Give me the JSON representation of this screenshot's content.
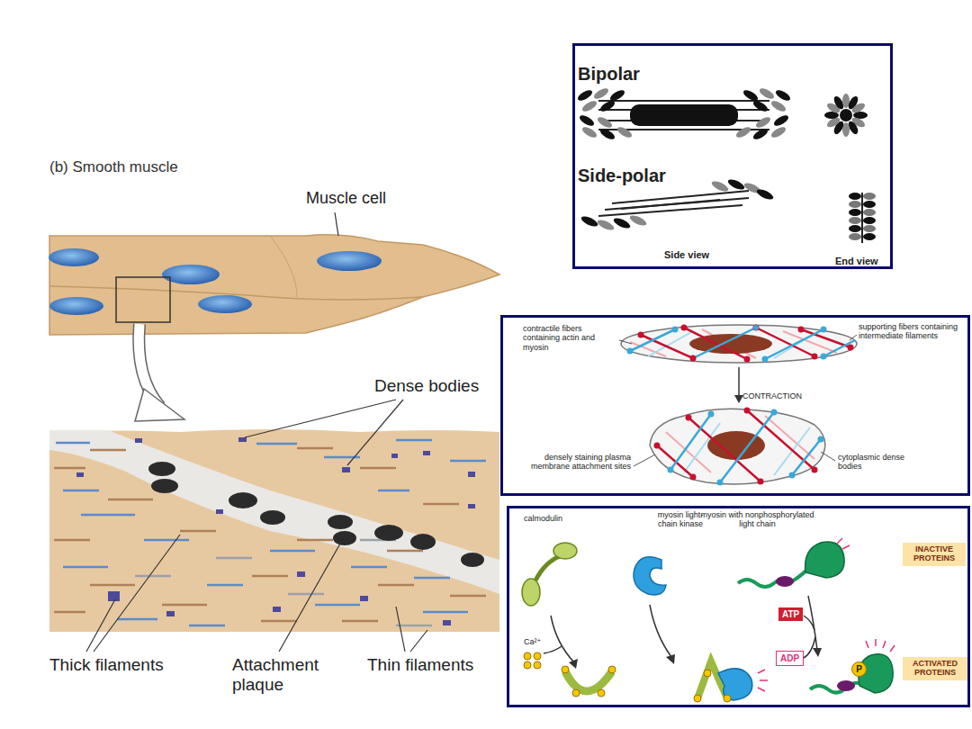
{
  "diagram": {
    "nodes": [
      {
        "text": [
          "Bipolar",
          "Side-polar",
          "Side view",
          "End view"
        ]
      },
      {
        "text": [
          "contractile fibers containing actin and myosin",
          "supporting fibers containing intermediate filaments",
          "CONTRACTION",
          "densely staining plasma membrane attachment sites",
          "cytoplasmic dense bodies"
        ]
      },
      {
        "text": [
          "calmodulin",
          "myosin light-chain kinase",
          "myosin with nonphosphorylated light chain",
          "Ca²⁺"
        ]
      },
      {
        "text": [
          "INACTIVE PROTEINS"
        ],
        "in": 2
      },
      {
        "text": [
          "ACTIVATED PROTEINS"
        ],
        "in": 2
      },
      {
        "text": [
          "ATP"
        ],
        "in": 2
      },
      {
        "text": [
          "ADP"
        ],
        "in": 2
      },
      {
        "text": [
          "P"
        ],
        "in": 2
      }
    ],
    "labels": [
      "(b) Smooth muscle",
      "Muscle cell",
      "Dense bodies",
      "Thick filaments",
      "Attachment plaque",
      "Thin filaments"
    ]
  }
}
